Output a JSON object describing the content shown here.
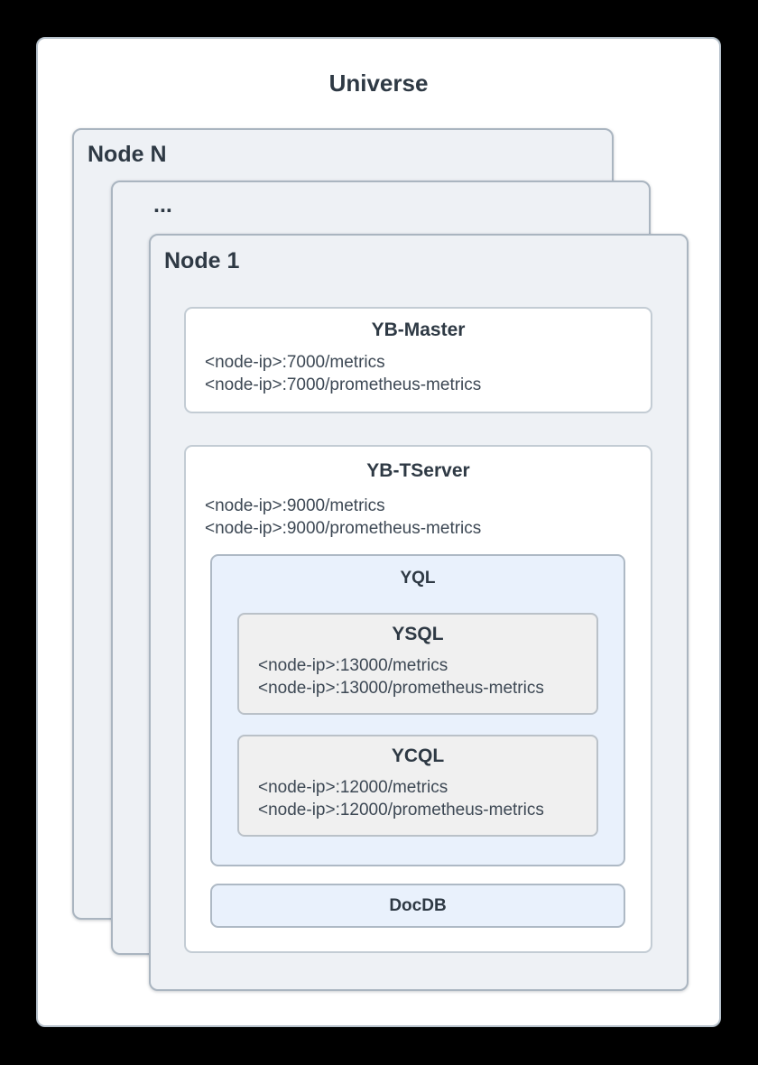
{
  "colors": {
    "canvas_bg": "#000000",
    "universe_fill": "#ffffff",
    "universe_border": "#b6c1cb",
    "node_fill": "#eef1f5",
    "node_border": "#aab5c0",
    "comp_fill": "#ffffff",
    "comp_border": "#c3ccd4",
    "blue_fill": "#e9f1fc",
    "blue_border": "#aeb9c5",
    "gray_fill": "#f0f0f0",
    "gray_border": "#bac1c8",
    "title_color": "#2e3944",
    "text_color": "#3d4854"
  },
  "diagram": {
    "universe_title": "Universe",
    "node_n": {
      "label": "Node N"
    },
    "node_ellipsis": {
      "label": "..."
    },
    "node_1": {
      "label": "Node 1"
    },
    "yb_master": {
      "title": "YB-Master",
      "metrics": [
        "<node-ip>:7000/metrics",
        "<node-ip>:7000/prometheus-metrics"
      ]
    },
    "yb_tserver": {
      "title": "YB-TServer",
      "metrics": [
        "<node-ip>:9000/metrics",
        "<node-ip>:9000/prometheus-metrics"
      ]
    },
    "yql": {
      "title": "YQL",
      "ysql": {
        "title": "YSQL",
        "metrics": [
          "<node-ip>:13000/metrics",
          "<node-ip>:13000/prometheus-metrics"
        ]
      },
      "ycql": {
        "title": "YCQL",
        "metrics": [
          "<node-ip>:12000/metrics",
          "<node-ip>:12000/prometheus-metrics"
        ]
      }
    },
    "docdb": {
      "title": "DocDB"
    }
  }
}
